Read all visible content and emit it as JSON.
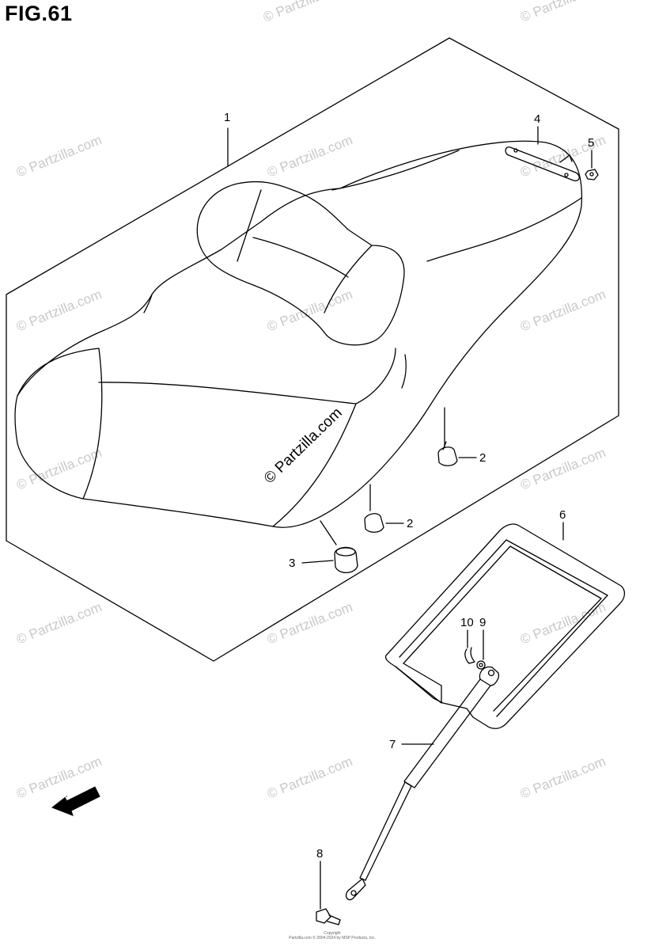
{
  "title": "FIG.61",
  "watermark_text": "© Partzilla.com",
  "center_watermark": "© Partzilla.com",
  "fwd_label": "FWD",
  "copyright_lines": [
    "Copyright",
    "Partzilla.com © 2004-2024 by MSP Products, Inc."
  ],
  "callouts": [
    "1",
    "2",
    "2",
    "3",
    "4",
    "5",
    "6",
    "7",
    "8",
    "9",
    "10"
  ]
}
